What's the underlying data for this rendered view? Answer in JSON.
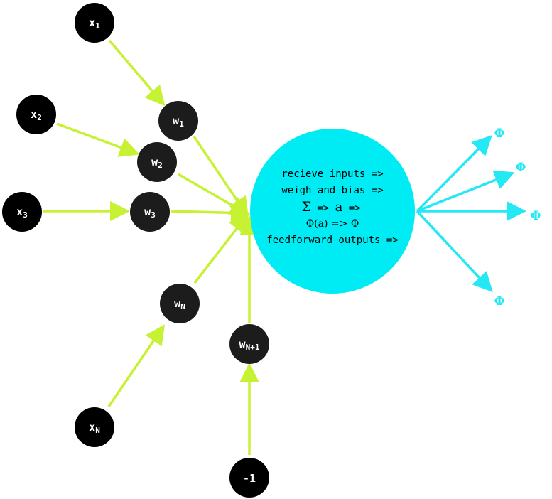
{
  "inputs": {
    "x1": {
      "base": "x",
      "sub": "1"
    },
    "x2": {
      "base": "x",
      "sub": "2"
    },
    "x3": {
      "base": "x",
      "sub": "3"
    },
    "xN": {
      "base": "x",
      "sub": "N"
    },
    "bias": {
      "label": "-1"
    }
  },
  "weights": {
    "w1": {
      "base": "w",
      "sub": "1"
    },
    "w2": {
      "base": "w",
      "sub": "2"
    },
    "w3": {
      "base": "w",
      "sub": "3"
    },
    "wN": {
      "base": "w",
      "sub": "N"
    },
    "wN1": {
      "base": "w",
      "sub": "N+1"
    }
  },
  "neuron": {
    "line1": "recieve inputs =>",
    "line2": "weigh and bias =>",
    "line3_sigma": "Σ",
    "line3_mid": " => ",
    "line3_a": "a",
    "line3_end": " =>",
    "line4": "Φ(a)  =>  Φ",
    "line5": "feedforward outputs =>"
  },
  "outputs": [
    "Φ",
    "Φ",
    "Φ",
    "Φ"
  ],
  "colors": {
    "input_arrow": "#c7f233",
    "output_arrow": "#25e8f5",
    "neuron_fill": "#00ecf5",
    "node_fill": "#000000"
  }
}
